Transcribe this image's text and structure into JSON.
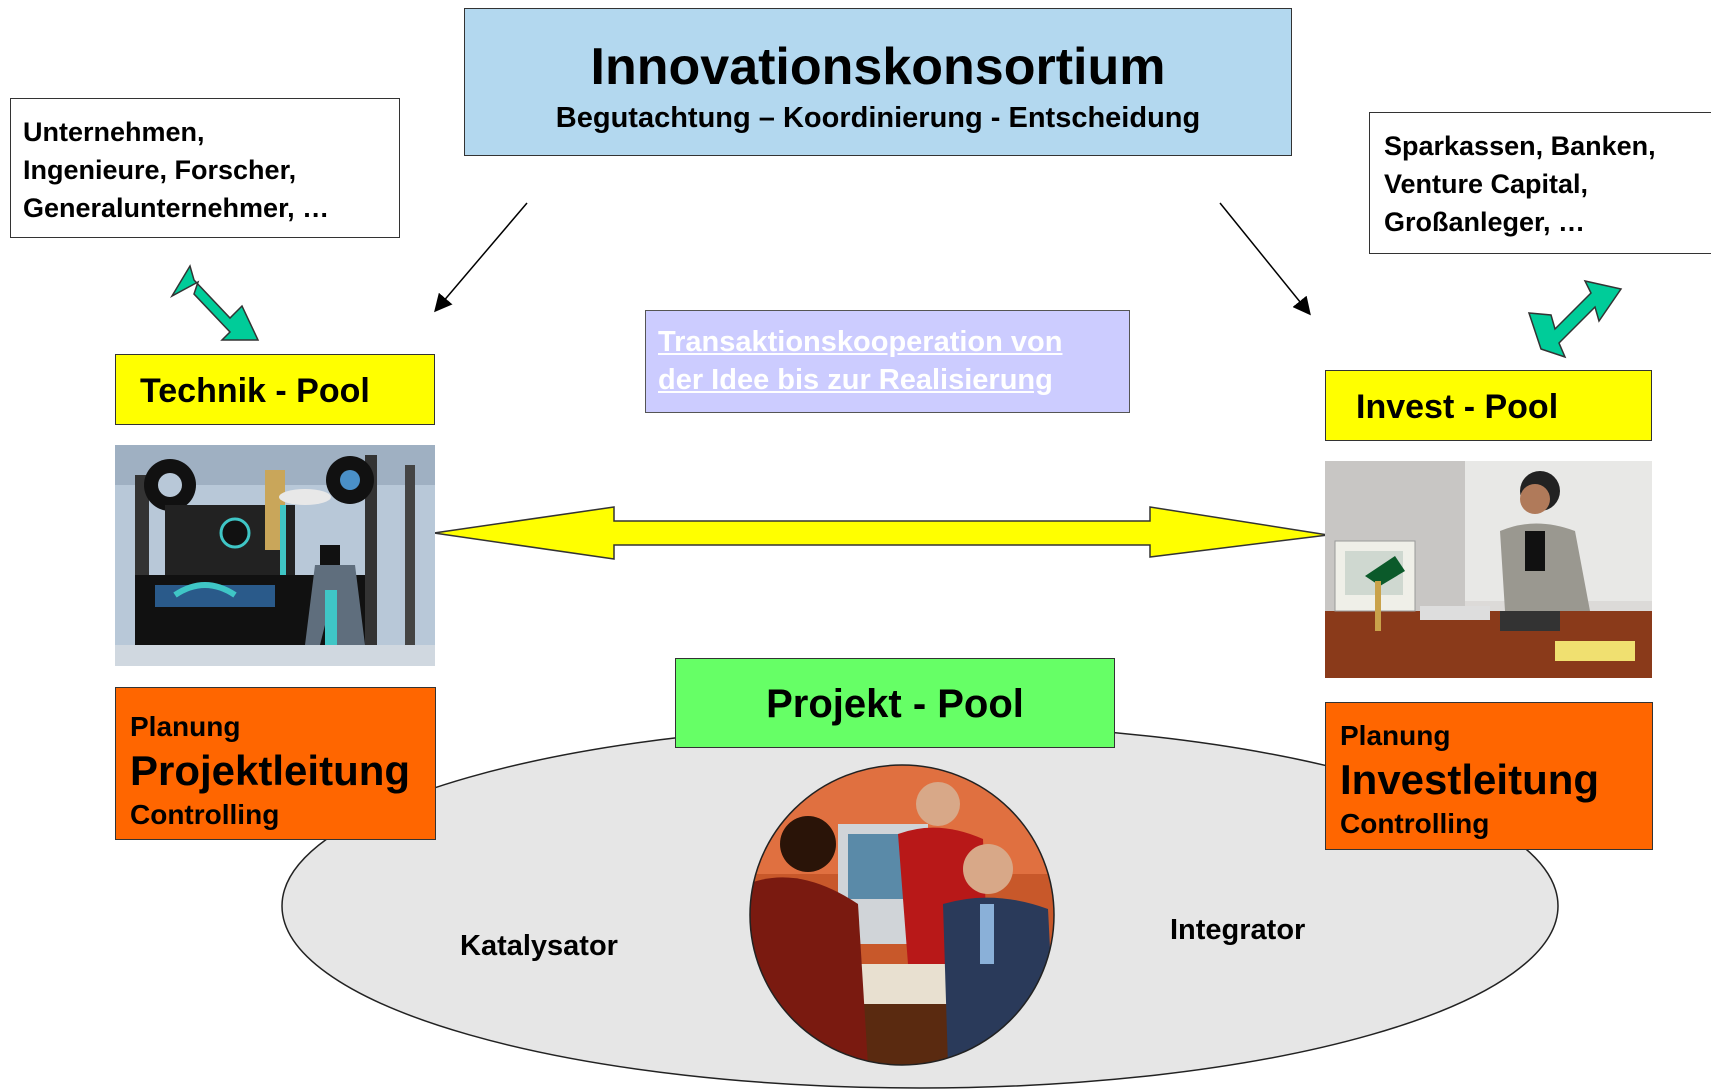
{
  "consortium": {
    "title": "Innovationskonsortium",
    "subtitle": "Begutachtung – Koordinierung - Entscheidung"
  },
  "left_partners": {
    "lines": [
      "Unternehmen,",
      "Ingenieure, Forscher,",
      "Generalunternehmer, …"
    ]
  },
  "right_partners": {
    "lines": [
      "Sparkassen, Banken,",
      "Venture Capital,",
      "Großanleger, …"
    ]
  },
  "technik_pool": {
    "label": "Technik - Pool"
  },
  "invest_pool": {
    "label": "Invest - Pool"
  },
  "transaction_link": {
    "lines": [
      "Transaktionskooperation von",
      "der Idee bis zur Realisierung"
    ]
  },
  "left_roles": {
    "top": "Planung",
    "main": "Projektleitung",
    "bottom": "Controlling"
  },
  "right_roles": {
    "top": "Planung",
    "main": "Investleitung",
    "bottom": "Controlling"
  },
  "projekt_pool": {
    "label": "Projekt - Pool"
  },
  "ellipse_labels": {
    "left": "Katalysator",
    "right": "Integrator"
  },
  "colors": {
    "title_box": "#b3d8ef",
    "pool_yellow": "#ffff00",
    "role_orange": "#ff6600",
    "projekt_green": "#66ff66",
    "link_box": "#ccccff",
    "exchange_arrow": "#00cc99",
    "ellipse_fill": "#e6e6e6"
  },
  "icons": [
    "double-arrow-icon",
    "diagonal-arrow-icon",
    "horizontal-double-arrow-icon"
  ]
}
